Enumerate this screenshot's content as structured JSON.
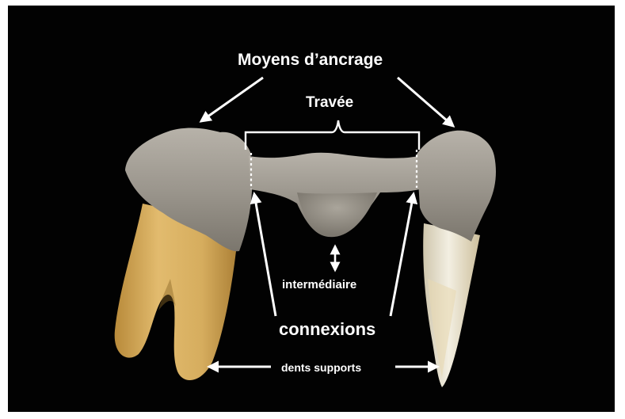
{
  "labels": {
    "anchorage": "Moyens d’ancrage",
    "span": "Travée",
    "pontic": "intermédiaire",
    "connections": "connexions",
    "abutments": "dents supports"
  },
  "colors": {
    "background": "#020202",
    "annotation": "#ffffff",
    "metal": "#9d9890",
    "root_molar": "#d8b062",
    "root_premolar": "#ece6d6"
  }
}
